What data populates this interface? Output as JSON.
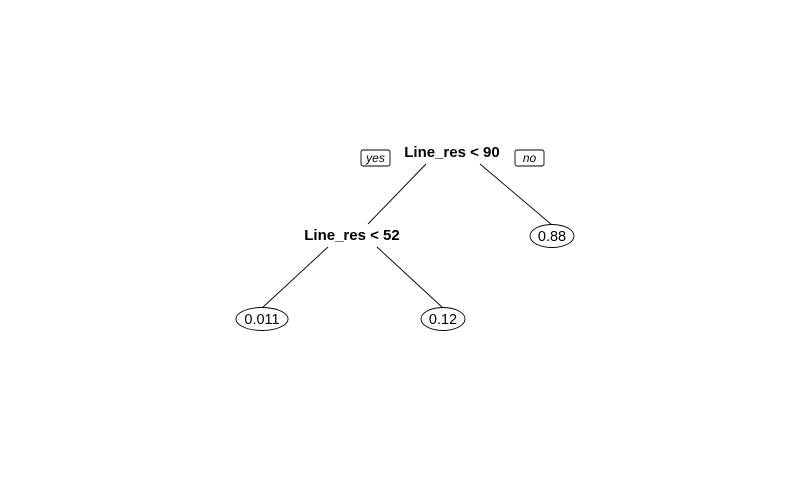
{
  "tree": {
    "root": {
      "label": "Line_res < 90"
    },
    "branch_labels": {
      "yes": "yes",
      "no": "no"
    },
    "left_split": {
      "label": "Line_res < 52"
    },
    "leaves": {
      "left_left": "0.011",
      "left_right": "0.12",
      "right": "0.88"
    }
  }
}
